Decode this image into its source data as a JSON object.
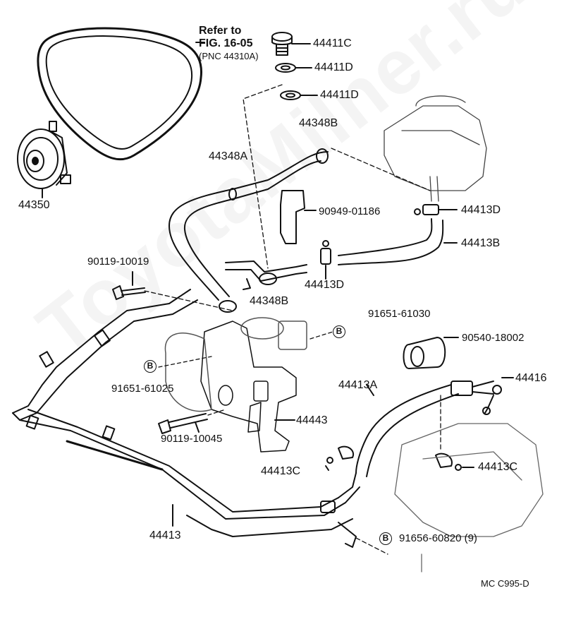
{
  "watermark": "ToyotaMilner.ru",
  "reference": {
    "line1": "Refer to",
    "line2": "FIG. 16-05",
    "line3": "(PNC 44310A)"
  },
  "parts": {
    "p44411C": "44411C",
    "p44411D_1": "44411D",
    "p44411D_2": "44411D",
    "p44350": "44350",
    "p44348B_top": "44348B",
    "p44348A": "44348A",
    "p90949": "90949-01186",
    "p44413D_right": "44413D",
    "p44413B": "44413B",
    "p90119_10019": "90119-10019",
    "p44413D_mid": "44413D",
    "p44348B_mid": "44348B",
    "p91651_61030": "91651-61030",
    "p90540": "90540-18002",
    "p44416": "44416",
    "p44413A": "44413A",
    "p91651_61025": "91651-61025",
    "p44443": "44443",
    "p90119_10045": "90119-10045",
    "p44413C_left": "44413C",
    "p44413C_right": "44413C",
    "p44413": "44413",
    "p91656": "91656-60820 (9)"
  },
  "badges": {
    "b1": "B",
    "b2": "B",
    "b3": "B"
  },
  "footer": {
    "code": "MC  C995-D"
  }
}
